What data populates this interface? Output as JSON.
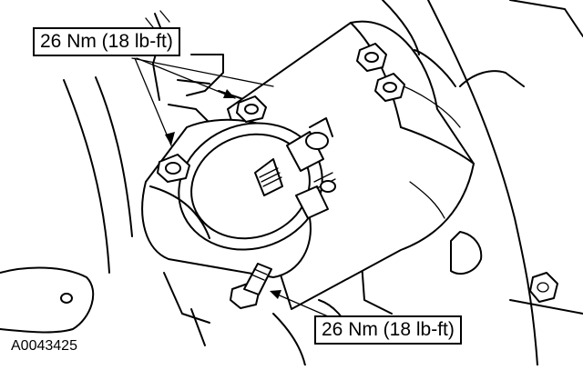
{
  "callouts": {
    "top_torque": "26 Nm (18 lb-ft)",
    "bottom_torque": "26 Nm (18 lb-ft)"
  },
  "figure_id": "A0043425",
  "icons": {
    "starter": "starter-motor-icon",
    "bolt": "hex-bolt-icon"
  }
}
